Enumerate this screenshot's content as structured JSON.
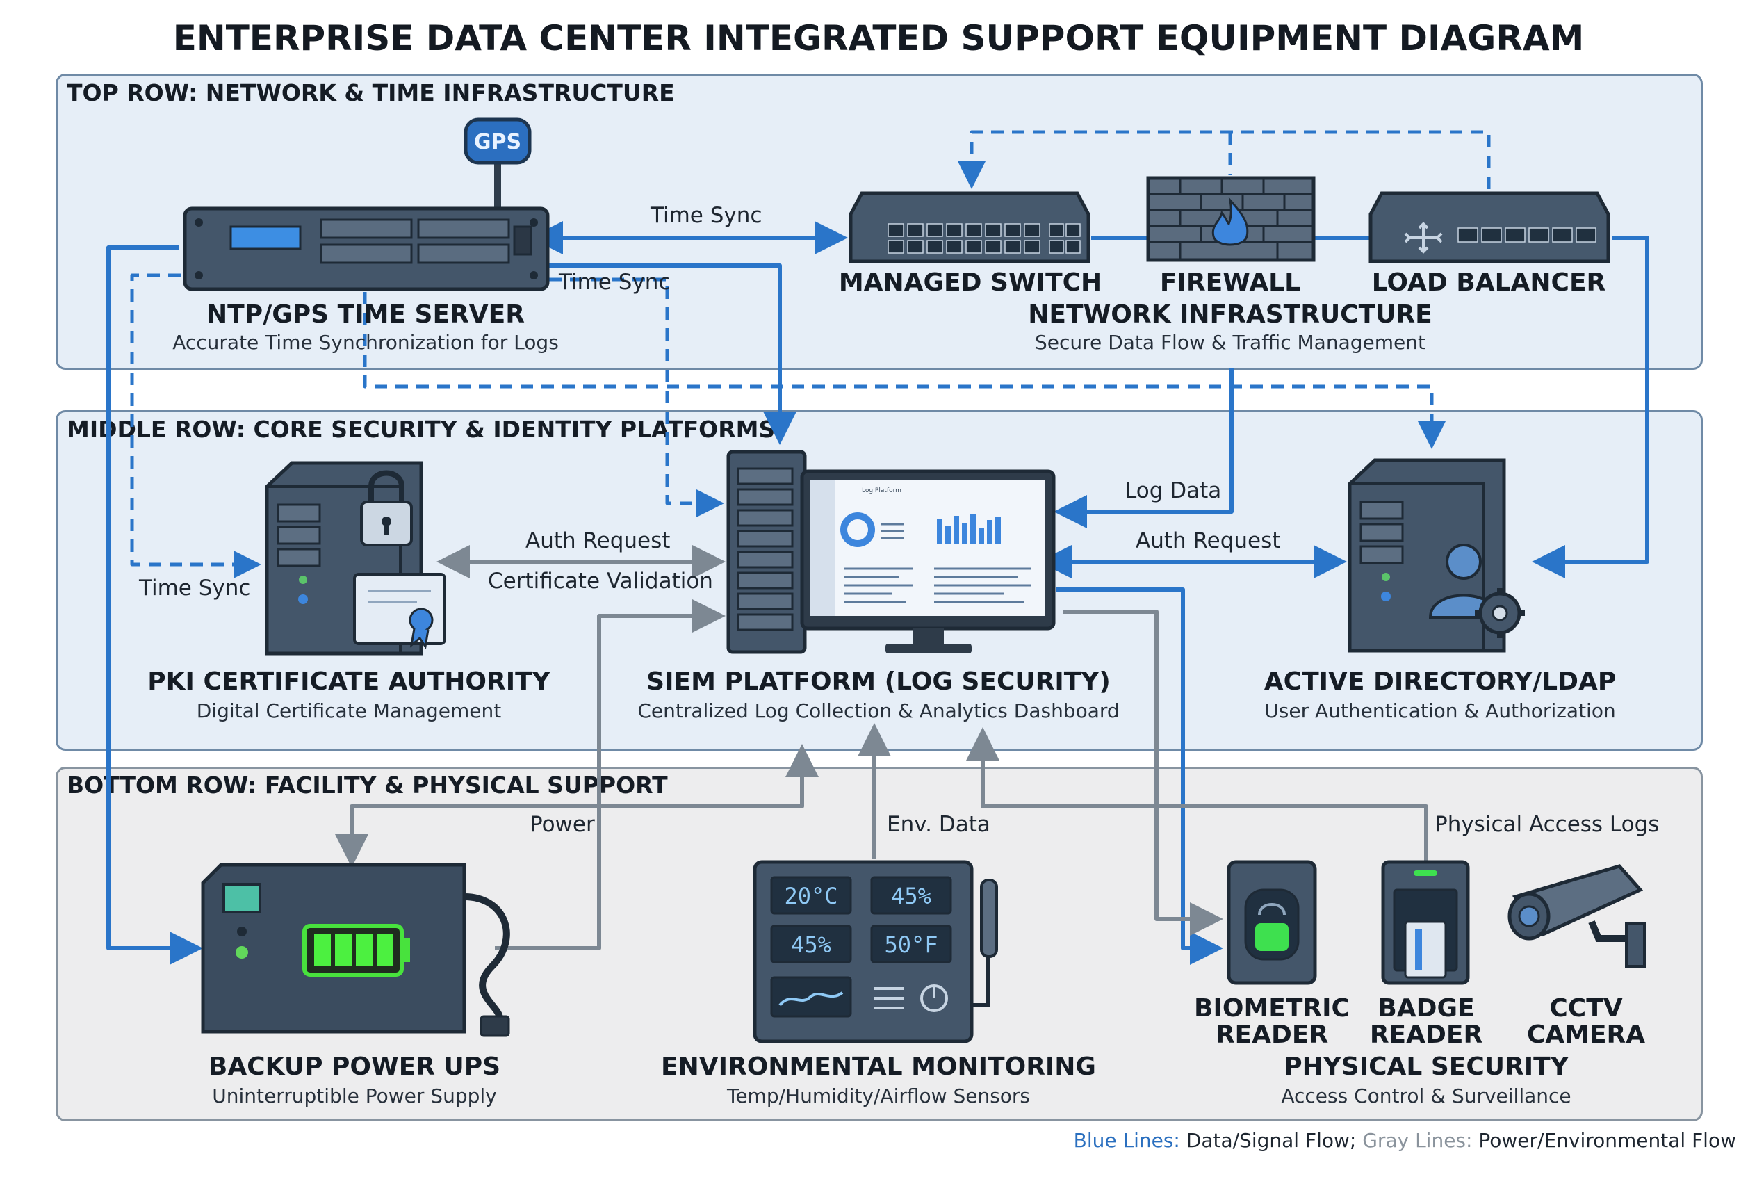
{
  "title": "ENTERPRISE DATA CENTER INTEGRATED SUPPORT EQUIPMENT DIAGRAM",
  "rows": {
    "top": "TOP ROW: NETWORK & TIME INFRASTRUCTURE",
    "middle": "MIDDLE ROW: CORE SECURITY & IDENTITY PLATFORMS",
    "bottom": "BOTTOM ROW: FACILITY & PHYSICAL SUPPORT"
  },
  "nodes": {
    "ntp": {
      "title": "NTP/GPS TIME SERVER",
      "sub": "Accurate Time Synchronization for Logs",
      "gps": "GPS"
    },
    "switch": {
      "title": "MANAGED SWITCH"
    },
    "firewall": {
      "title": "FIREWALL"
    },
    "lb": {
      "title": "LOAD BALANCER"
    },
    "network": {
      "title": "NETWORK INFRASTRUCTURE",
      "sub": "Secure Data Flow & Traffic Management"
    },
    "pki": {
      "title": "PKI CERTIFICATE AUTHORITY",
      "sub": "Digital Certificate Management"
    },
    "siem": {
      "title": "SIEM PLATFORM (LOG SECURITY)",
      "sub": "Centralized Log Collection & Analytics Dashboard",
      "screen": "Log Platform"
    },
    "ad": {
      "title": "ACTIVE DIRECTORY/LDAP",
      "sub": "User Authentication & Authorization"
    },
    "ups": {
      "title": "BACKUP POWER UPS",
      "sub": "Uninterruptible Power Supply"
    },
    "env": {
      "title": "ENVIRONMENTAL MONITORING",
      "sub": "Temp/Humidity/Airflow Sensors",
      "readings": [
        "20°C",
        "45%",
        "45%",
        "50°F"
      ]
    },
    "biometric": {
      "title_l1": "BIOMETRIC",
      "title_l2": "READER"
    },
    "badge": {
      "title_l1": "BADGE",
      "title_l2": "READER"
    },
    "cctv": {
      "title_l1": "CCTV",
      "title_l2": "CAMERA"
    },
    "physical": {
      "title": "PHYSICAL SECURITY",
      "sub": "Access Control & Surveillance"
    }
  },
  "labels": {
    "time_sync_top": "Time Sync",
    "time_sync_mid": "Time Sync",
    "time_sync_left": "Time Sync",
    "auth_request_left": "Auth Request",
    "cert_validation": "Certificate Validation",
    "log_data": "Log Data",
    "auth_request_right": "Auth Request",
    "power": "Power",
    "env_data": "Env. Data",
    "physical_access_logs": "Physical Access Logs"
  },
  "legend": {
    "blue_key": "Blue Lines:",
    "blue_desc": "Data/Signal Flow;",
    "gray_key": "Gray Lines:",
    "gray_desc": "Power/Environmental Flow"
  },
  "colors": {
    "blue_line": "#2a75c9",
    "gray_line": "#7d8893",
    "panel_blue": "#e6eef7",
    "panel_gray": "#ededee"
  }
}
